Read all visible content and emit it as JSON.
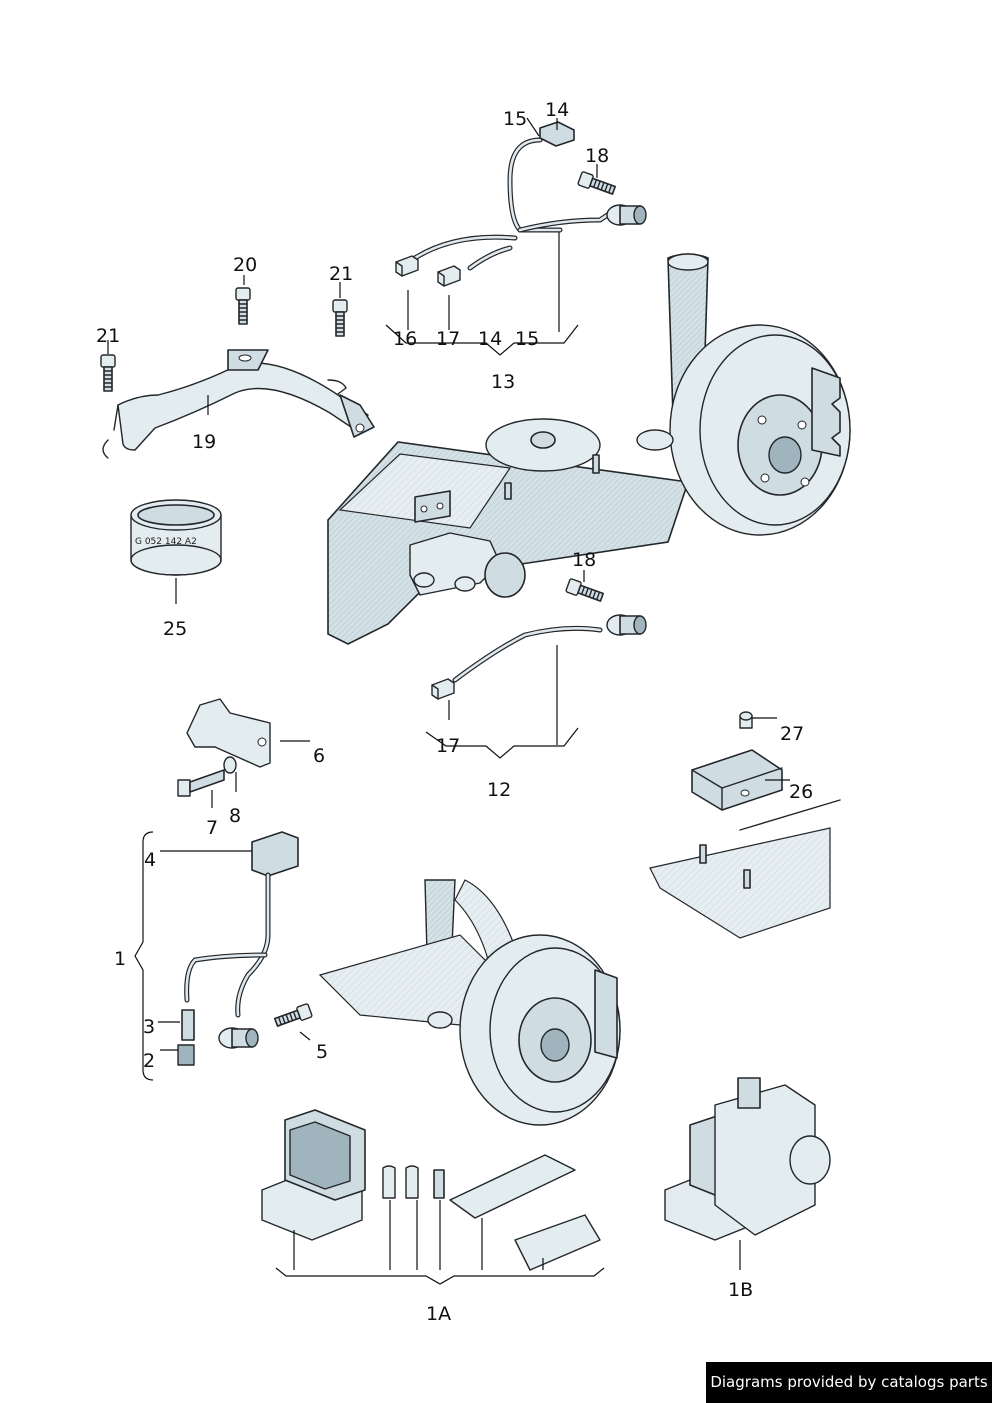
{
  "labels": {
    "l1": "1",
    "l1A": "1A",
    "l1B": "1B",
    "l2": "2",
    "l3": "3",
    "l4": "4",
    "l5": "5",
    "l6": "6",
    "l7": "7",
    "l8": "8",
    "l12": "12",
    "l13": "13",
    "l14a": "14",
    "l14b": "14",
    "l15a": "15",
    "l15b": "15",
    "l16": "16",
    "l17a": "17",
    "l17b": "17",
    "l18a": "18",
    "l18b": "18",
    "l19": "19",
    "l20": "20",
    "l21a": "21",
    "l21b": "21",
    "l25": "25",
    "l26": "26",
    "l27": "27"
  },
  "ring_stamp": "G 052 142 A2",
  "footer": {
    "credit": "Diagrams provided by catalogs parts"
  }
}
